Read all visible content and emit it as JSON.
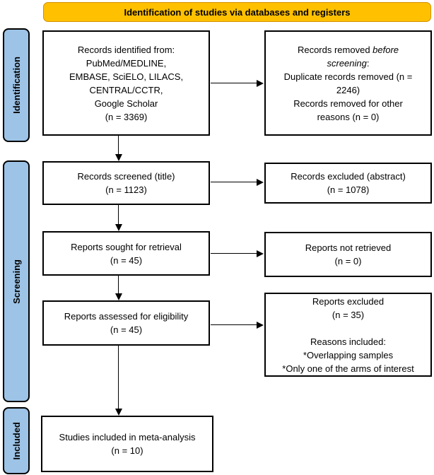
{
  "header": {
    "title": "Identification of studies via databases and registers"
  },
  "stages": {
    "identification": "Identification",
    "screening": "Screening",
    "included": "Included"
  },
  "boxes": {
    "identified": {
      "lines": [
        "Records identified from:",
        "PubMed/MEDLINE,",
        "EMBASE, SciELO, LILACS,",
        "CENTRAL/CCTR,",
        "Google Scholar",
        "(n = 3369)"
      ]
    },
    "removed_before": {
      "line1_pre": "Records removed ",
      "line1_italic": "before screening",
      "line1_post": ":",
      "line2": "Duplicate records removed (n = 2246)",
      "line3": "Records removed for other reasons (n = 0)"
    },
    "screened": {
      "line1": "Records screened (title)",
      "line2": "(n = 1123)"
    },
    "excluded_abstract": {
      "line1": "Records excluded (abstract)",
      "line2": "(n = 1078)"
    },
    "sought": {
      "line1": "Reports sought for retrieval",
      "line2": "(n = 45)"
    },
    "not_retrieved": {
      "line1": "Reports not retrieved",
      "line2": "(n = 0)"
    },
    "assessed": {
      "line1": "Reports assessed for eligibility",
      "line2": "(n = 45)"
    },
    "reports_excluded": {
      "line1": "Reports excluded",
      "line2": "(n = 35)",
      "line3": "Reasons included:",
      "line4": "*Overlapping samples",
      "line5": "*Only one of the arms of interest"
    },
    "included_meta": {
      "line1": "Studies included in meta-analysis",
      "line2": "(n = 10)"
    }
  },
  "colors": {
    "header_bg": "#FFC000",
    "header_border": "#D49000",
    "stage_bg": "#9DC3E6",
    "box_border": "#000000",
    "text": "#000000"
  }
}
